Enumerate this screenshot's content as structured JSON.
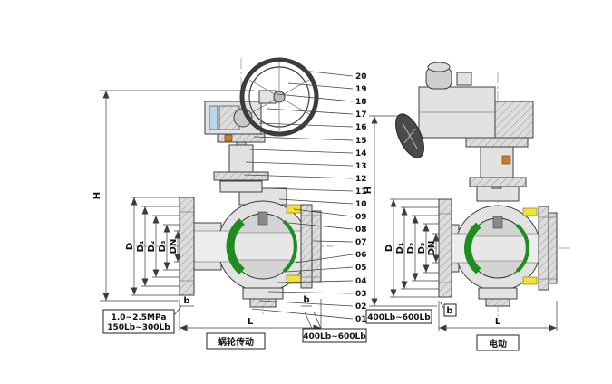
{
  "callouts": [
    "20",
    "19",
    "18",
    "17",
    "16",
    "15",
    "14",
    "13",
    "12",
    "11",
    "10",
    "09",
    "08",
    "07",
    "06",
    "05",
    "04",
    "03",
    "02",
    "01"
  ],
  "left_valve": {
    "dim_h": "H",
    "dim_d": "D",
    "dim_d1": "D₁",
    "dim_d2": "D₂",
    "dim_d3": "D₃",
    "dim_dn": "DN",
    "dim_l": "L",
    "dim_b_left": "b",
    "dim_b_right": "b",
    "pressure_line1": "1.0~2.5MPa",
    "pressure_line2": "150Lb~300Lb",
    "rating_label": "400Lb~600Lb",
    "drive_label": "蜗轮传动"
  },
  "right_valve": {
    "dim_h": "H",
    "dim_d": "D",
    "dim_d1": "D₁",
    "dim_d2": "D₂",
    "dim_d3": "D₃",
    "dim_dn": "DN",
    "dim_l": "L",
    "dim_b": "b",
    "rating_label": "400Lb~600Lb",
    "drive_label": "电动"
  },
  "colors": {
    "line": "#3c3c3c",
    "body_fill": "#e2e2e2",
    "seat_green": "#1f8c1f",
    "seat_yellow": "#f0e23a",
    "stem_blue": "#b9d7ea",
    "gland_orange": "#cf7a2a"
  }
}
